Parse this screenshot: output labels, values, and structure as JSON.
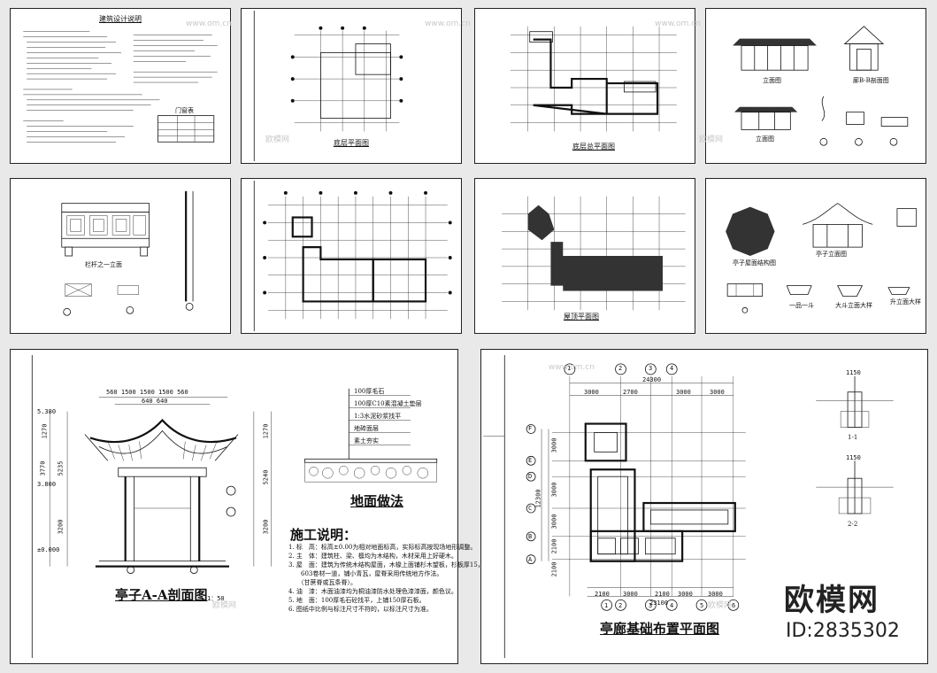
{
  "sheets": {
    "design_notes": {
      "title": "建筑设计说明",
      "table_title": "门窗表"
    },
    "ground_floor_plan": {
      "title": "底层平面图"
    },
    "ground_layout_plan": {
      "title": "底层总平面图"
    },
    "elevations": {
      "elev1": "立面图",
      "section": "廊B-B剖面图",
      "elev2": "立面图"
    },
    "railing": {
      "title": "栏杆之一立面"
    },
    "grid_plan": {},
    "roof_plan": {
      "title": "屋顶平面图"
    },
    "pavilion_details": {
      "roof_frame": "亭子屋面结构图",
      "elev": "亭子立面图",
      "d1": "一品一斗",
      "d2": "大斗立面大样",
      "d3": "升立面大样"
    },
    "section_aa": {
      "title": "亭子A-A剖面图",
      "scale": "1：50",
      "top_dims": "560 1500 1500 1500 560",
      "top_dims2": "640 640",
      "left_dims": [
        "1270",
        "3770",
        "5235",
        "3200"
      ],
      "right_dims": [
        "1270",
        "5240",
        "3200"
      ],
      "elev_marks": [
        "5.380",
        "3.800",
        "±0.000"
      ]
    },
    "floor_method": {
      "title": "地面做法",
      "layers": [
        "100厚毛石",
        "100厚C10素混凝土垫层",
        "1:3水泥砂浆找平",
        "地砖面层",
        "素土夯实"
      ]
    },
    "construction_notes": {
      "title": "施工说明：",
      "items": [
        "1. 标　高：标高±0.00为相对地面标高，实际标高按现场地形调整。",
        "2. 主　体：建筑柱、梁、檩均为木结构，木材采用上好硬木。",
        "3. 屋　面：建筑为传统木结构屋面，木椽上面铺杉木望板，杉板厚15，",
        "　　603卷材一道，铺小青瓦，屋脊采用传统地方作法。",
        "　　（甘蔗脊或瓦条脊）。",
        "4. 油　漆：木面油漆均为桐油漆防水处理色漆漆面，颜色议。",
        "5. 地　面：100厚毛石砼找平，上铺150厚石板。",
        "6. 图纸中比例与标注尺寸不符的，以标注尺寸为准。"
      ]
    },
    "foundation_plan": {
      "title": "亭廊基础布置平面图",
      "top_total": "24300",
      "top_dims": [
        "3000",
        "2700",
        "3000",
        "3000"
      ],
      "bottom_total": "23100",
      "bottom_dims": [
        "2100",
        "3000",
        "2100",
        "3000",
        "3000"
      ],
      "left_dims": [
        "3000",
        "3000",
        "3000",
        "2100",
        "2100"
      ],
      "left_total": "12300",
      "col_axes": [
        "1",
        "2",
        "3",
        "4"
      ],
      "row_axes": [
        "F",
        "E",
        "D",
        "C",
        "B",
        "A"
      ],
      "bottom_axes": [
        "1",
        "2",
        "3",
        "4",
        "5",
        "6"
      ],
      "section_labels": [
        "1-1",
        "2-2"
      ],
      "detail_marks": [
        "1150",
        "1150"
      ]
    }
  },
  "watermark": {
    "text": "www.om.cn",
    "logo": "欧模网"
  },
  "brand": {
    "name": "欧模网",
    "id": "ID:2835302"
  }
}
